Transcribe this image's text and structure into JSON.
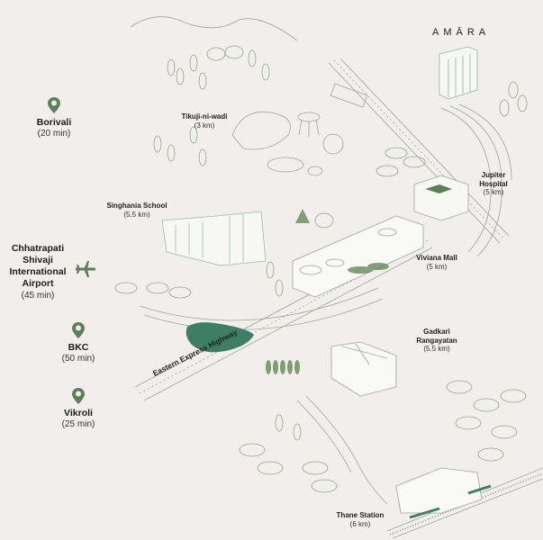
{
  "brand": {
    "logo_text": "AMĀRA"
  },
  "colors": {
    "background": "#f1eeeb",
    "accent_green": "#5f7f5a",
    "lake_teal": "#3e7d66",
    "line_sketch": "#9aa895",
    "text": "#222222"
  },
  "side_destinations": [
    {
      "name": "Borivali",
      "time": "(20 min)",
      "icon": "map-pin-icon"
    },
    {
      "name": "Chhatrapati Shivaji International Airport",
      "name_lines": [
        "Chhatrapati",
        "Shivaji",
        "International",
        "Airport"
      ],
      "time": "(45 min)",
      "icon": "airplane-icon"
    },
    {
      "name": "BKC",
      "time": "(50 min)",
      "icon": "map-pin-icon"
    },
    {
      "name": "Vikroli",
      "time": "(25 min)",
      "icon": "map-pin-icon"
    }
  ],
  "landmarks": [
    {
      "name": "Tikuji-ni-wadi",
      "distance": "(3 km)"
    },
    {
      "name": "Jupiter",
      "name2": "Hospital",
      "distance": "(5 km)"
    },
    {
      "name": "Singhania School",
      "distance": "(5.5 km)"
    },
    {
      "name": "Viviana Mall",
      "distance": "(5 km)"
    },
    {
      "name": "Gadkari",
      "name2": "Rangayatan",
      "distance": "(5.5 km)"
    },
    {
      "name": "Thane Station",
      "distance": "(6 km)"
    }
  ],
  "roads": {
    "highway_label": "Eastern Express Highway"
  }
}
